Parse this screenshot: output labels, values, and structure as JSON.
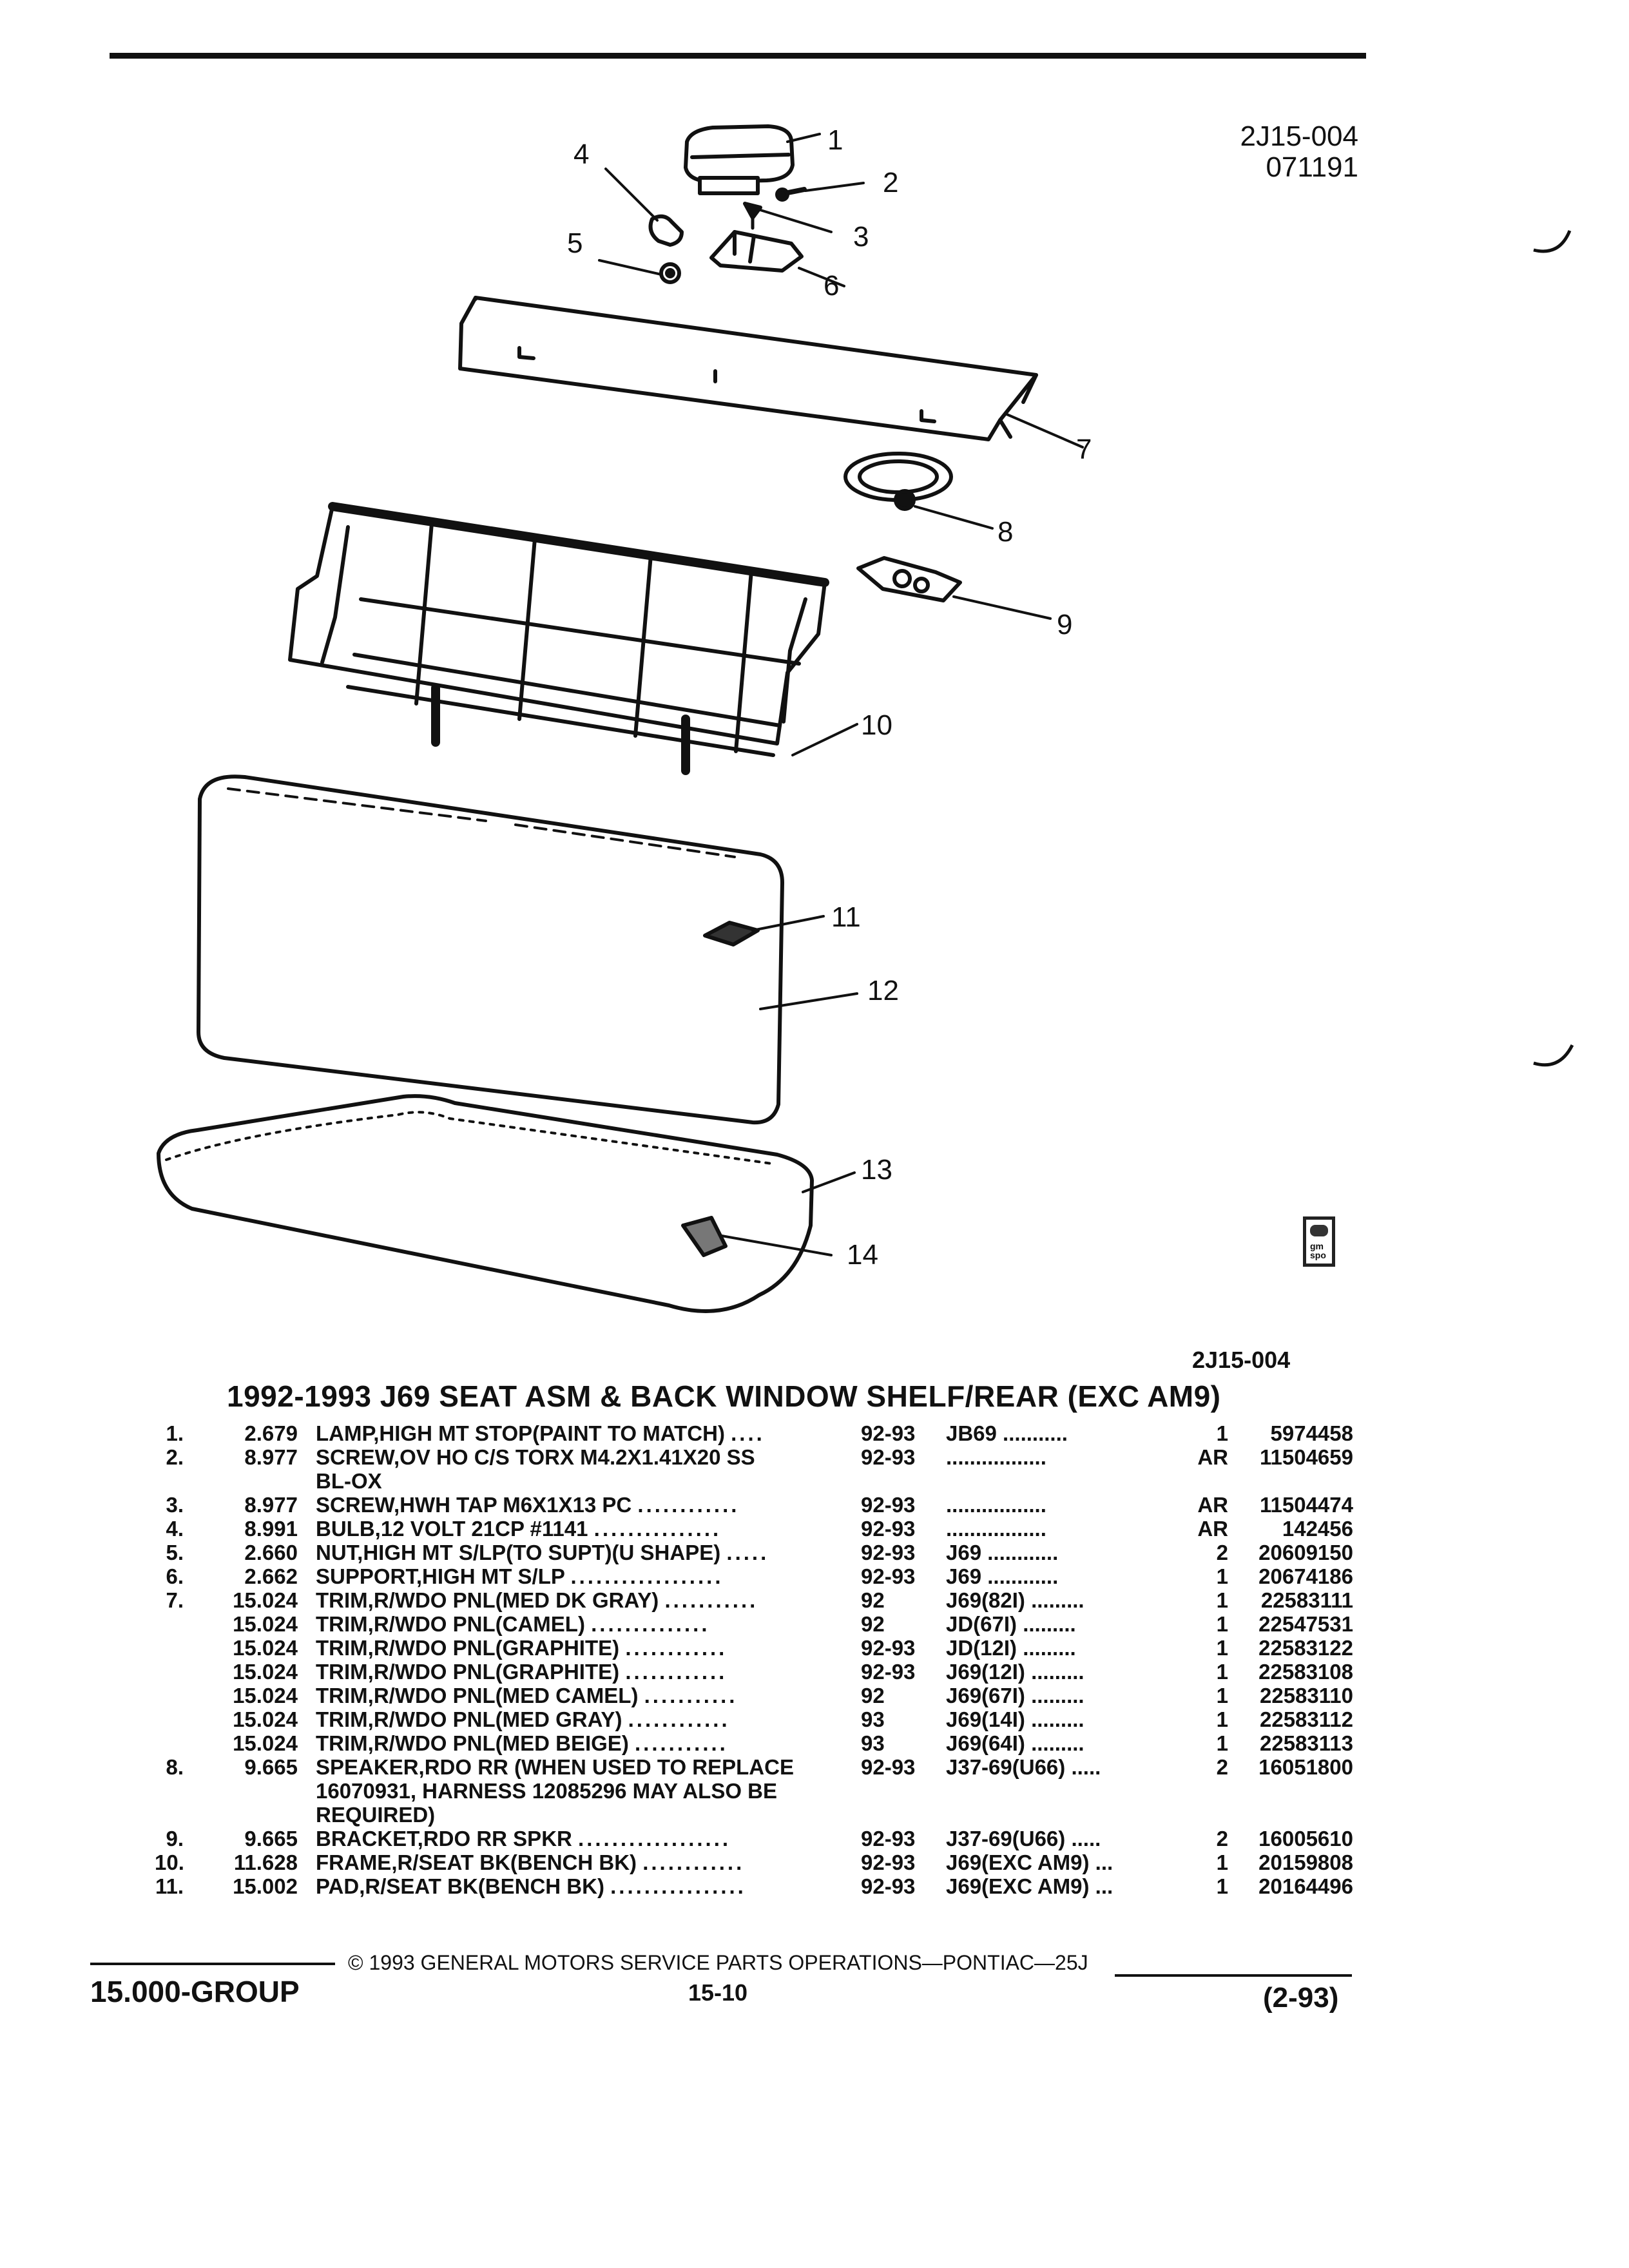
{
  "header": {
    "figure_code": "2J15-004",
    "date_code": "071191"
  },
  "callouts": [
    "1",
    "2",
    "3",
    "4",
    "5",
    "6",
    "7",
    "8",
    "9",
    "10",
    "11",
    "12",
    "13",
    "14"
  ],
  "logo_text": "gm spo",
  "figure_label": "2J15-004",
  "section_title": "1992-1993 J69 SEAT ASM & BACK WINDOW SHELF/REAR (EXC AM9)",
  "parts": [
    {
      "no": "1.",
      "code": "2.679",
      "name": "LAMP",
      "desc": ",HIGH MT STOP(PAINT TO MATCH)",
      "dots": "....",
      "years": "92-93",
      "model": "JB69 ...........",
      "qty": "1",
      "part": "5974458"
    },
    {
      "no": "2.",
      "code": "8.977",
      "name": "SCREW",
      "desc": ",OV HO C/S TORX M4.2X1.41X20 SS",
      "dots": "",
      "years": "92-93",
      "model": ".................",
      "qty": "AR",
      "part": "11504659",
      "cont": [
        "BL-OX"
      ]
    },
    {
      "no": "3.",
      "code": "8.977",
      "name": "SCREW",
      "desc": ",HWH TAP M6X1X13 PC",
      "dots": "............",
      "years": "92-93",
      "model": ".................",
      "qty": "AR",
      "part": "11504474"
    },
    {
      "no": "4.",
      "code": "8.991",
      "name": "BULB",
      "desc": ",12 VOLT 21CP #1141",
      "dots": "...............",
      "years": "92-93",
      "model": ".................",
      "qty": "AR",
      "part": "142456"
    },
    {
      "no": "5.",
      "code": "2.660",
      "name": "NUT",
      "desc": ",HIGH MT S/LP(TO SUPT)(U SHAPE)",
      "dots": ".....",
      "years": "92-93",
      "model": "J69 ............",
      "qty": "2",
      "part": "20609150"
    },
    {
      "no": "6.",
      "code": "2.662",
      "name": "SUPPORT",
      "desc": ",HIGH MT S/LP",
      "dots": "..................",
      "years": "92-93",
      "model": "J69 ............",
      "qty": "1",
      "part": "20674186"
    },
    {
      "no": "7.",
      "code": "15.024",
      "name": "TRIM",
      "desc": ",R/WDO PNL(MED DK GRAY)",
      "dots": "...........",
      "years": "92",
      "model": "J69(82I) .........",
      "qty": "1",
      "part": "22583111"
    },
    {
      "no": "",
      "code": "15.024",
      "name": "TRIM",
      "desc": ",R/WDO PNL(CAMEL)",
      "dots": "..............",
      "years": "92",
      "model": "JD(67I) .........",
      "qty": "1",
      "part": "22547531"
    },
    {
      "no": "",
      "code": "15.024",
      "name": "TRIM",
      "desc": ",R/WDO PNL(GRAPHITE)",
      "dots": "............",
      "years": "92-93",
      "model": "JD(12I) .........",
      "qty": "1",
      "part": "22583122"
    },
    {
      "no": "",
      "code": "15.024",
      "name": "TRIM",
      "desc": ",R/WDO PNL(GRAPHITE)",
      "dots": "............",
      "years": "92-93",
      "model": "J69(12I) .........",
      "qty": "1",
      "part": "22583108"
    },
    {
      "no": "",
      "code": "15.024",
      "name": "TRIM",
      "desc": ",R/WDO PNL(MED CAMEL)",
      "dots": "...........",
      "years": "92",
      "model": "J69(67I) .........",
      "qty": "1",
      "part": "22583110"
    },
    {
      "no": "",
      "code": "15.024",
      "name": "TRIM",
      "desc": ",R/WDO PNL(MED GRAY)",
      "dots": "............",
      "years": "93",
      "model": "J69(14I) .........",
      "qty": "1",
      "part": "22583112"
    },
    {
      "no": "",
      "code": "15.024",
      "name": "TRIM",
      "desc": ",R/WDO PNL(MED BEIGE)",
      "dots": "...........",
      "years": "93",
      "model": "J69(64I) .........",
      "qty": "1",
      "part": "22583113"
    },
    {
      "no": "8.",
      "code": "9.665",
      "name": "SPEAKER",
      "desc": ",RDO RR (WHEN USED TO REPLACE",
      "dots": "",
      "years": "92-93",
      "model": "J37-69(U66) .....",
      "qty": "2",
      "part": "16051800",
      "cont": [
        "16070931, HARNESS 12085296 MAY ALSO BE",
        "REQUIRED)"
      ]
    },
    {
      "no": "9.",
      "code": "9.665",
      "name": "BRACKET",
      "desc": ",RDO RR SPKR",
      "dots": "..................",
      "years": "92-93",
      "model": "J37-69(U66) .....",
      "qty": "2",
      "part": "16005610"
    },
    {
      "no": "10.",
      "code": "11.628",
      "name": "FRAME",
      "desc": ",R/SEAT BK(BENCH BK)",
      "dots": "............",
      "years": "92-93",
      "model": "J69(EXC AM9) ...",
      "qty": "1",
      "part": "20159808"
    },
    {
      "no": "11.",
      "code": "15.002",
      "name": "PAD",
      "desc": ",R/SEAT BK(BENCH BK)",
      "dots": "................",
      "years": "92-93",
      "model": "J69(EXC AM9) ...",
      "qty": "1",
      "part": "20164496"
    }
  ],
  "footer": {
    "copyright": "© 1993 GENERAL MOTORS SERVICE PARTS OPERATIONS—PONTIAC—25J",
    "group": "15.000-GROUP",
    "page": "15-10",
    "date": "(2-93)"
  }
}
